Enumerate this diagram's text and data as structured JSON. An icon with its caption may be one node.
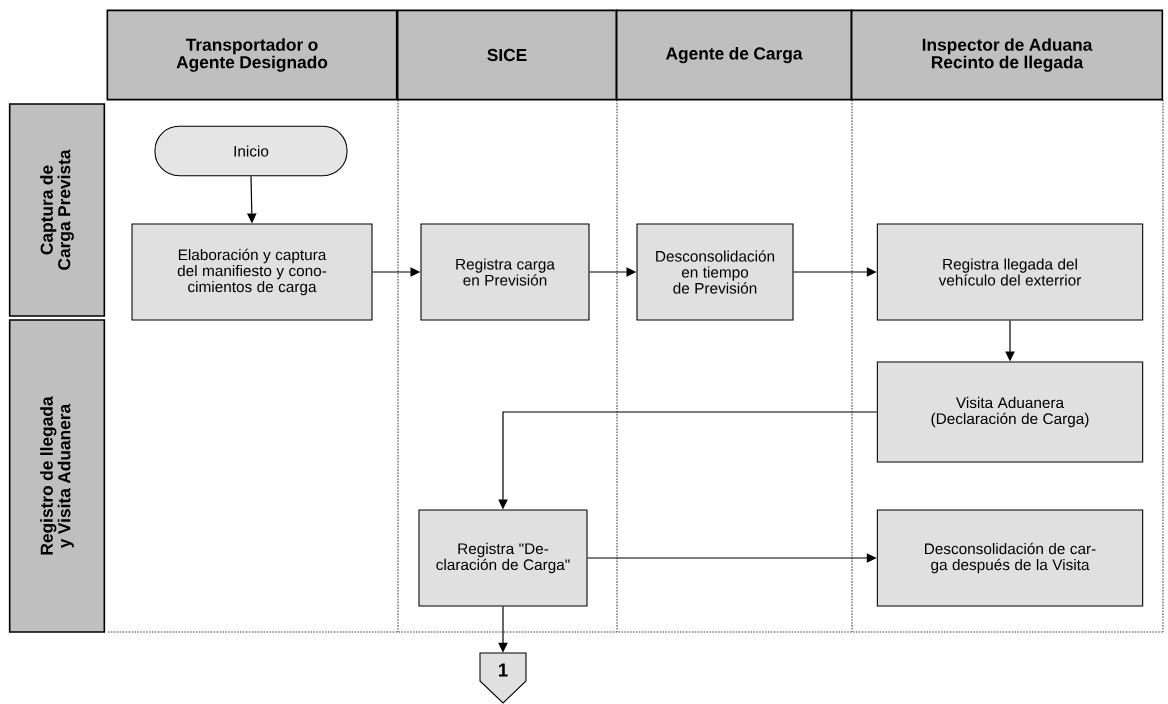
{
  "diagram": {
    "nodes": [
      {
        "text": [
          "Transportador o Agente Designado"
        ]
      },
      {
        "text": [
          "SICE"
        ]
      },
      {
        "text": [
          "Agente de Carga"
        ]
      },
      {
        "text": [
          "Inspector de Aduana Recinto de llegada"
        ]
      },
      {
        "text": [
          "Captura de Carga Prevista"
        ]
      },
      {
        "text": [
          "Registro de llegada y Visita Aduanera"
        ]
      },
      {
        "text": [
          "Inicio"
        ]
      },
      {
        "text": [
          "Elaboración y captura del manifiesto y cono- cimientos de carga"
        ]
      },
      {
        "text": [
          "Registra carga en Previsión"
        ]
      },
      {
        "text": [
          "Desconsolidación en tiempo de Previsión"
        ]
      },
      {
        "text": [
          "Registra llegada del vehículo del exterrior"
        ]
      },
      {
        "text": [
          "Visita Aduanera (Declaración de Carga)"
        ]
      },
      {
        "text": [
          "Registra \"De- claración de Carga\""
        ]
      },
      {
        "text": [
          "Desconsolidación de car- ga después de la Visita"
        ]
      },
      {
        "text": [
          "1"
        ]
      }
    ],
    "edges": [
      {
        "from": 6,
        "to": 7,
        "arrow": "to"
      },
      {
        "from": 7,
        "to": 8,
        "arrow": "to"
      },
      {
        "from": 8,
        "to": 9,
        "arrow": "to"
      },
      {
        "from": 9,
        "to": 10,
        "arrow": "to"
      },
      {
        "from": 10,
        "to": 11,
        "arrow": "to"
      },
      {
        "from": 11,
        "to": 12,
        "arrow": "to"
      },
      {
        "from": 12,
        "to": 13,
        "arrow": "to"
      },
      {
        "from": 12,
        "to": 14,
        "arrow": "to"
      }
    ]
  }
}
